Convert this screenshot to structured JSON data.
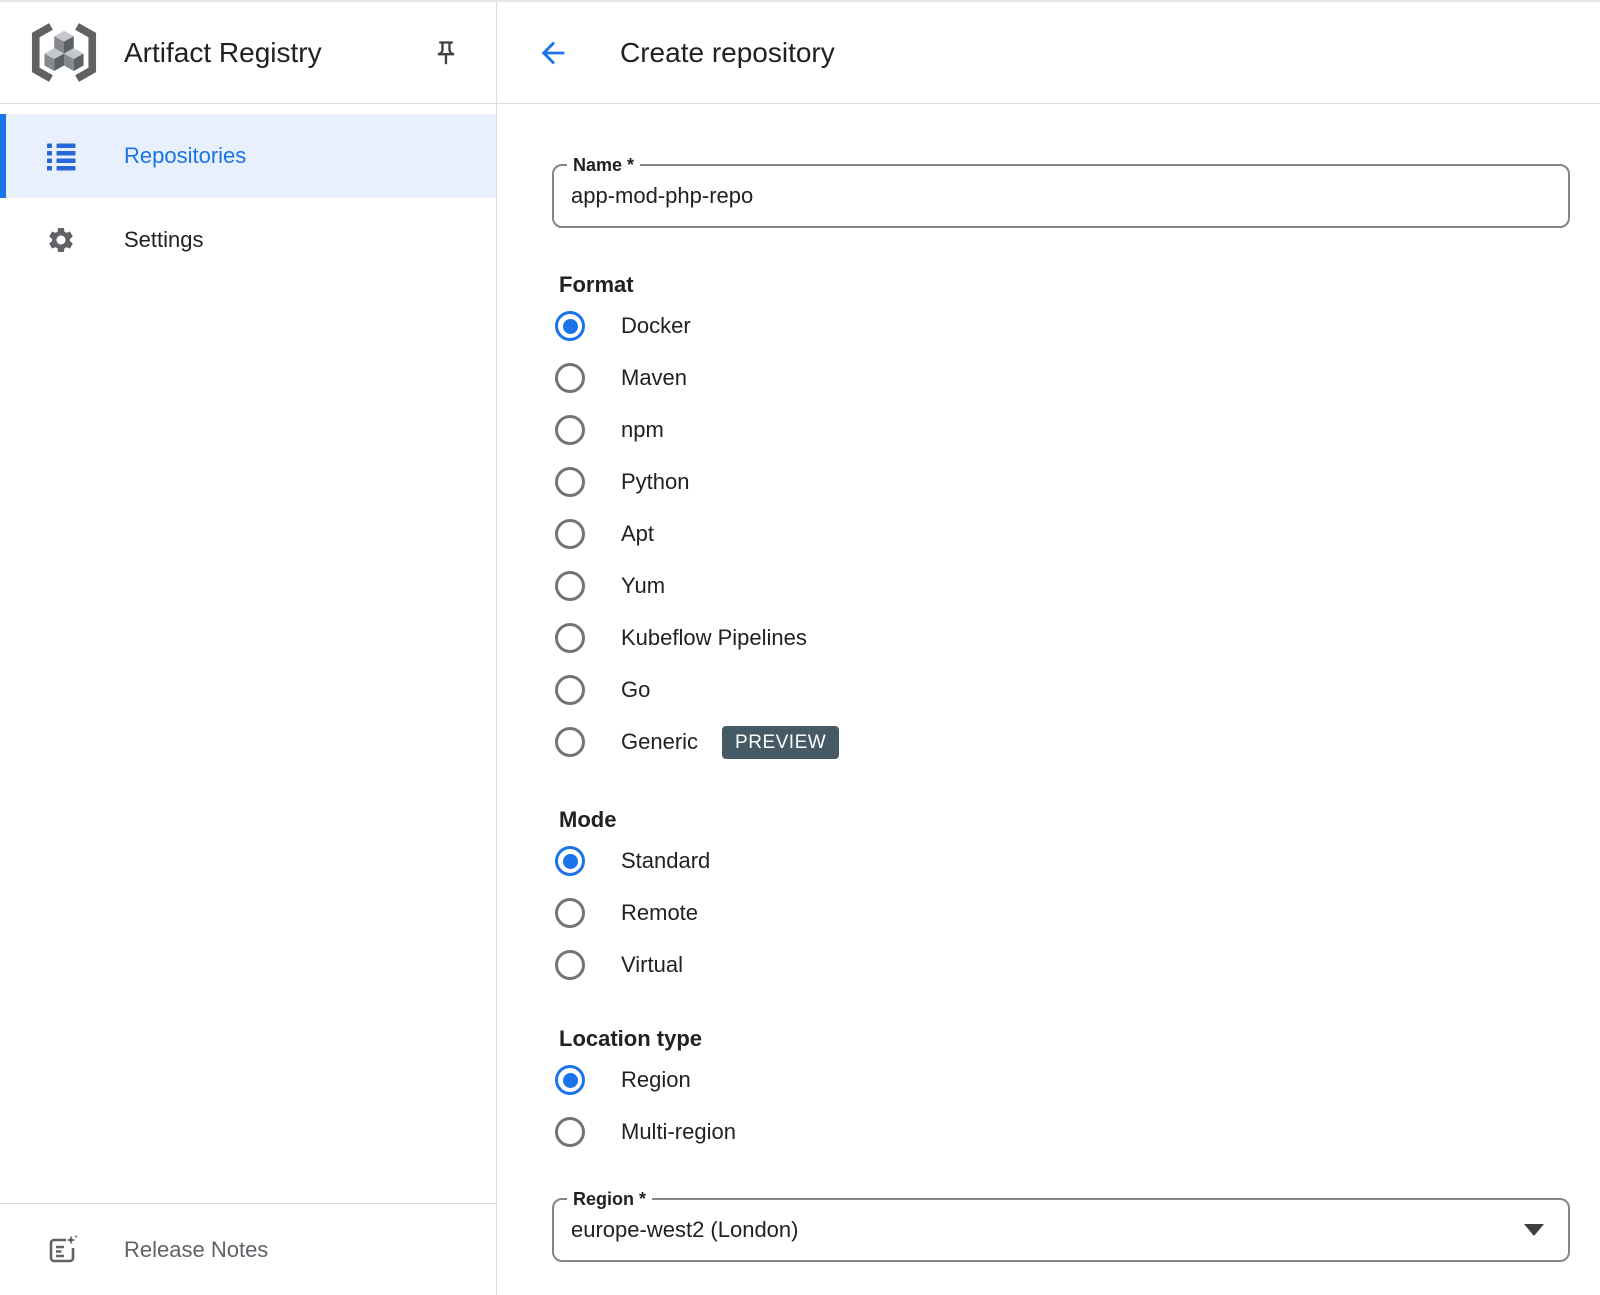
{
  "sidebar": {
    "title": "Artifact Registry",
    "items": [
      {
        "label": "Repositories",
        "selected": true
      },
      {
        "label": "Settings",
        "selected": false
      }
    ],
    "release_notes": "Release Notes"
  },
  "header": {
    "title": "Create repository"
  },
  "form": {
    "name": {
      "label": "Name *",
      "value": "app-mod-php-repo"
    },
    "format": {
      "heading": "Format",
      "selected": "Docker",
      "preview_badge": "PREVIEW",
      "options": [
        "Docker",
        "Maven",
        "npm",
        "Python",
        "Apt",
        "Yum",
        "Kubeflow Pipelines",
        "Go",
        "Generic"
      ]
    },
    "mode": {
      "heading": "Mode",
      "selected": "Standard",
      "options": [
        "Standard",
        "Remote",
        "Virtual"
      ]
    },
    "location_type": {
      "heading": "Location type",
      "selected": "Region",
      "options": [
        "Region",
        "Multi-region"
      ]
    },
    "region": {
      "label": "Region *",
      "value": "europe-west2 (London)"
    }
  },
  "colors": {
    "accent_blue": "#1a73e8",
    "selected_item_bg": "#e8f0fe",
    "preview_badge_bg": "#455a64",
    "text_primary": "#202124",
    "text_secondary": "#5f6368",
    "divider": "#dadce0",
    "field_border": "#80868b"
  }
}
